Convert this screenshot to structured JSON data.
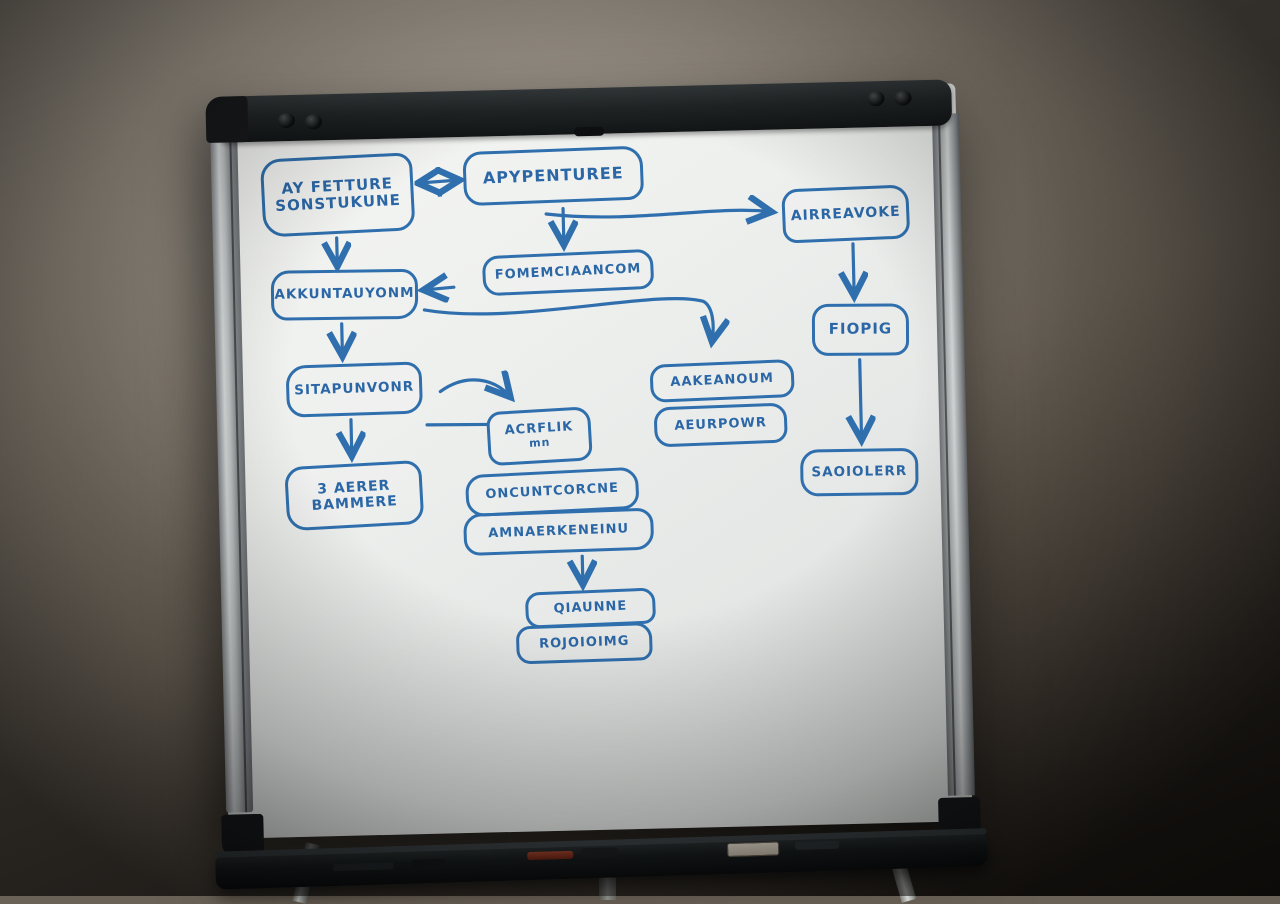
{
  "scene": {
    "type": "whiteboard-flowchart-photo",
    "ink_color": "#2f6fad"
  },
  "nodes": {
    "a": {
      "line1": "AY FETTURE",
      "line2": "SONSTUKUNE"
    },
    "b": {
      "line1": "APYPENTUREE"
    },
    "c": {
      "line1": "AIRREAVOKE"
    },
    "d": {
      "line1": "AKKUNTAUYONM"
    },
    "e": {
      "line1": "FOMEMCIAANCOM"
    },
    "f": {
      "line1": "FIOPIG"
    },
    "g": {
      "line1": "SITAPUNVONR"
    },
    "h": {
      "line1": "ACRFLIK",
      "line2": "mn"
    },
    "i": {
      "line1": "AAKEANOUM"
    },
    "j": {
      "line1": "AEURPOWR"
    },
    "k": {
      "line1": "3 AERER",
      "line2": "BAMMERE"
    },
    "l": {
      "line1": "ONCUNTCORCNE"
    },
    "m": {
      "line1": "AMNAERKENEINU"
    },
    "n": {
      "line1": "QIAUNNE"
    },
    "o": {
      "line1": "ROJOIOIMG"
    },
    "p": {
      "line1": "SAOIOLERR"
    }
  },
  "edges": [
    {
      "from": "a",
      "to": "b",
      "type": "bidirectional"
    },
    {
      "from": "b",
      "to": "c",
      "type": "arrow"
    },
    {
      "from": "b",
      "to": "e",
      "type": "arrow"
    },
    {
      "from": "a",
      "to": "d",
      "type": "arrow"
    },
    {
      "from": "e",
      "to": "d",
      "type": "arrow"
    },
    {
      "from": "d",
      "to": "i",
      "type": "arrow"
    },
    {
      "from": "c",
      "to": "f",
      "type": "arrow"
    },
    {
      "from": "f",
      "to": "p",
      "type": "arrow"
    },
    {
      "from": "d",
      "to": "g",
      "type": "arrow"
    },
    {
      "from": "g",
      "to": "k",
      "type": "arrow"
    },
    {
      "from": "g",
      "to": "h",
      "type": "arrow"
    },
    {
      "from": "m",
      "to": "n",
      "type": "arrow"
    }
  ],
  "tray_items": [
    "red-marker",
    "black-marker",
    "eraser",
    "grey-marker",
    "small-markers"
  ]
}
